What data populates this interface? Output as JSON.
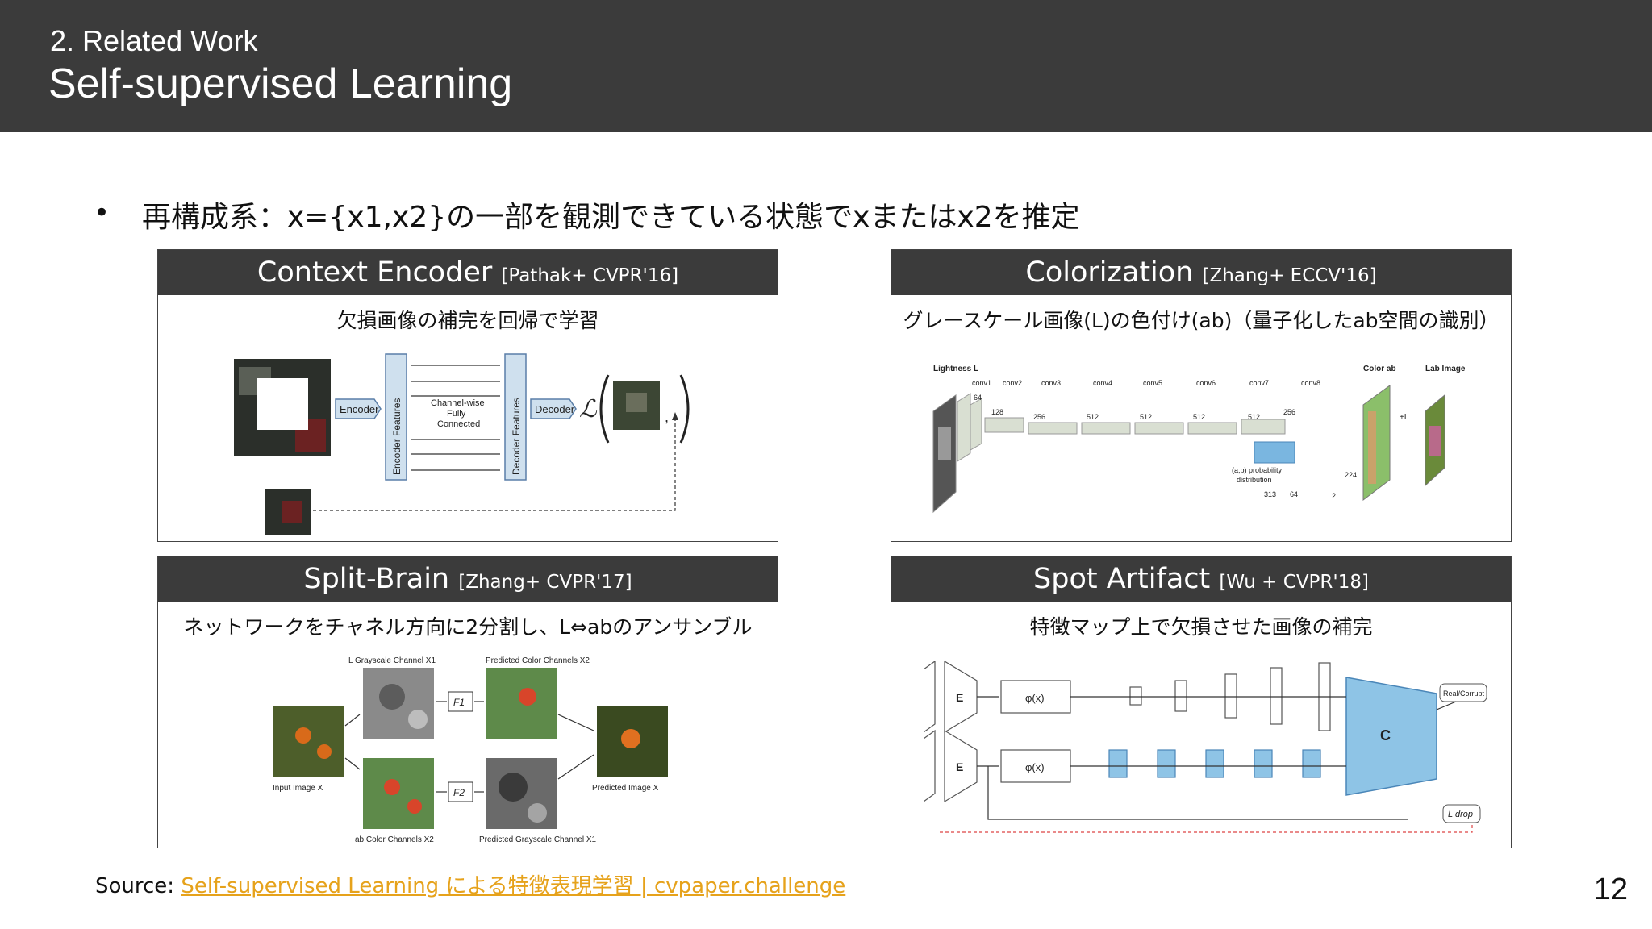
{
  "header": {
    "section": "2. Related Work",
    "title": "Self-supervised Learning"
  },
  "bullet": {
    "mark": "•",
    "text": "再構成系：x={x1,x2}の一部を観測できている状態でxまたはx2を推定"
  },
  "panels": [
    {
      "name": "Context Encoder",
      "cite": "[Pathak+ CVPR'16]",
      "subtitle": "欠損画像の補完を回帰で学習",
      "fig": {
        "encoder": "Encoder",
        "enc_features": "Encoder Features",
        "channel": "Channel-wise",
        "fully": "Fully",
        "connected": "Connected",
        "dec_features": "Decoder Features",
        "decoder": "Decoder"
      }
    },
    {
      "name": "Colorization",
      "cite": "[Zhang+ ECCV'16]",
      "subtitle": "グレースケール画像(L)の色付け(ab)（量子化したab空間の識別）",
      "fig": {
        "lightness": "Lightness L",
        "color_ab": "Color ab",
        "lab": "Lab Image",
        "convs": [
          "conv1",
          "conv2",
          "conv3",
          "conv4",
          "conv5",
          "conv6",
          "conv7",
          "conv8"
        ],
        "channels": [
          "64",
          "128",
          "256",
          "512",
          "512",
          "512",
          "512",
          "256"
        ],
        "prob": "(a,b) probability",
        "dist": "distribution",
        "n313": "313",
        "n64": "64",
        "n224": "224",
        "n2": "2",
        "plus_l": "+L"
      }
    },
    {
      "name": "Split-Brain",
      "cite": "[Zhang+ CVPR'17]",
      "subtitle": "ネットワークをチャネル方向に2分割し、L⇔abのアンサンブル",
      "fig": {
        "l_gray": "L Grayscale Channel X1",
        "pred_color": "Predicted Color Channels X2",
        "input": "Input Image X",
        "pred_img": "Predicted Image X",
        "ab": "ab Color Channels X2",
        "pred_gray": "Predicted Grayscale Channel X1",
        "f1": "F1",
        "f2": "F2"
      }
    },
    {
      "name": "Spot Artifact",
      "cite": "[Wu + CVPR'18]",
      "subtitle": "特徴マップ上で欠損させた画像の補完",
      "fig": {
        "e": "E",
        "phi": "φ(x)",
        "c": "C",
        "real": "Real/Corrupt",
        "ldrop": "L drop"
      }
    }
  ],
  "source": {
    "label": "Source:",
    "link": "Self-supervised Learning による特徴表現学習 | cvpaper.challenge"
  },
  "page_number": "12"
}
